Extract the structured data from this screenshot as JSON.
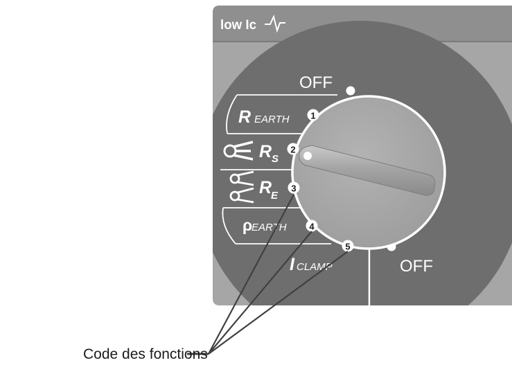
{
  "header": {
    "label": "low Ic",
    "icon": "waveform-icon"
  },
  "dial": {
    "off_top": "OFF",
    "off_bottom": "OFF",
    "positions": [
      {
        "number": "1",
        "label_main": "R",
        "label_sub": "EARTH",
        "icon": ""
      },
      {
        "number": "2",
        "label_main": "R",
        "label_sub": "S",
        "icon": "clamp-icon"
      },
      {
        "number": "3",
        "label_main": "R",
        "label_sub": "E",
        "icon": "double-clamp-icon"
      },
      {
        "number": "4",
        "label_main": "ρ",
        "label_sub": "EARTH",
        "icon": ""
      },
      {
        "number": "5",
        "label_main": "I",
        "label_sub": "CLAMP",
        "icon": ""
      }
    ]
  },
  "callout": {
    "label": "Code des fonctions"
  },
  "colors": {
    "panel": "#a6a6a6",
    "header_bar": "#8f8f8f",
    "dial_face": "#6e6e6e",
    "knob": "#a8a8a8",
    "stroke": "#ffffff",
    "leader": "#404040",
    "text_dark": "#1a1a1a"
  }
}
